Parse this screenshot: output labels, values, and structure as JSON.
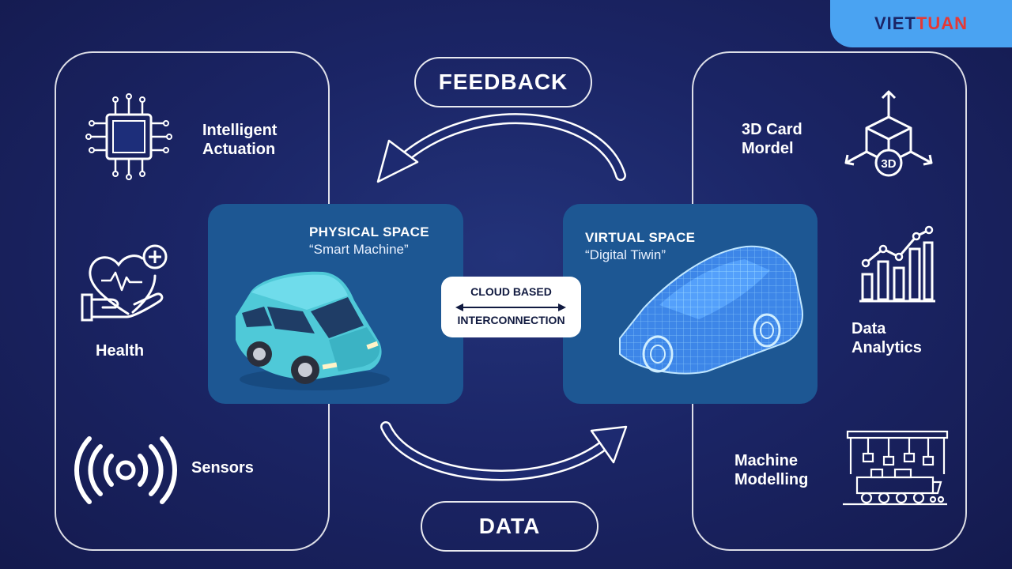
{
  "brand": {
    "part1": "VIET",
    "part2": "TUAN",
    "color1": "#1b2566",
    "color2": "#e53935"
  },
  "pills": {
    "feedback": "FEEDBACK",
    "data": "DATA"
  },
  "left_panel": {
    "items": [
      {
        "line1": "Intelligent",
        "line2": "Actuation",
        "icon": "chip-icon"
      },
      {
        "line1": "Health",
        "icon": "heart-hand-icon"
      },
      {
        "line1": "Sensors",
        "icon": "sensor-waves-icon"
      }
    ]
  },
  "right_panel": {
    "items": [
      {
        "line1": "3D Card",
        "line2": "Mordel",
        "icon": "cube-3d-icon"
      },
      {
        "line1": "Data",
        "line2": "Analytics",
        "icon": "bar-chart-icon"
      },
      {
        "line1": "Machine",
        "line2": "Modelling",
        "icon": "factory-machine-icon"
      }
    ]
  },
  "physical": {
    "title": "PHYSICAL SPACE",
    "subtitle": "“Smart Machine”"
  },
  "virtual": {
    "title": "VIRTUAL SPACE",
    "subtitle": "“Digital Tiwin”"
  },
  "cloud": {
    "line1": "CLOUD BASED",
    "line2": "INTERCONNECTION"
  },
  "colors": {
    "background": "#1b2566",
    "space_box": "#1d5793",
    "brand_bg": "#4aa3f2",
    "car": "#4fc9d8"
  }
}
